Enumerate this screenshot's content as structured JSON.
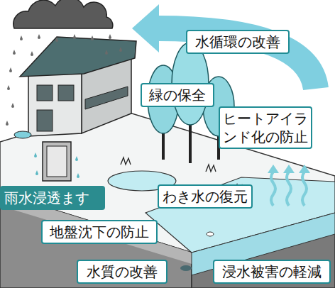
{
  "diagram": {
    "nodes": [
      {
        "text": [
          "水循環の改善"
        ]
      },
      {
        "text": [
          "緑の保全"
        ]
      },
      {
        "text": [
          "ヒートアイランド化の防止"
        ]
      },
      {
        "text": [
          "雨水浸透ます"
        ]
      },
      {
        "text": [
          "わき水の復元"
        ]
      },
      {
        "text": [
          "地盤沈下の防止"
        ]
      },
      {
        "text": [
          "水質の改善"
        ]
      },
      {
        "text": [
          "浸水被害の軽減"
        ]
      }
    ]
  }
}
